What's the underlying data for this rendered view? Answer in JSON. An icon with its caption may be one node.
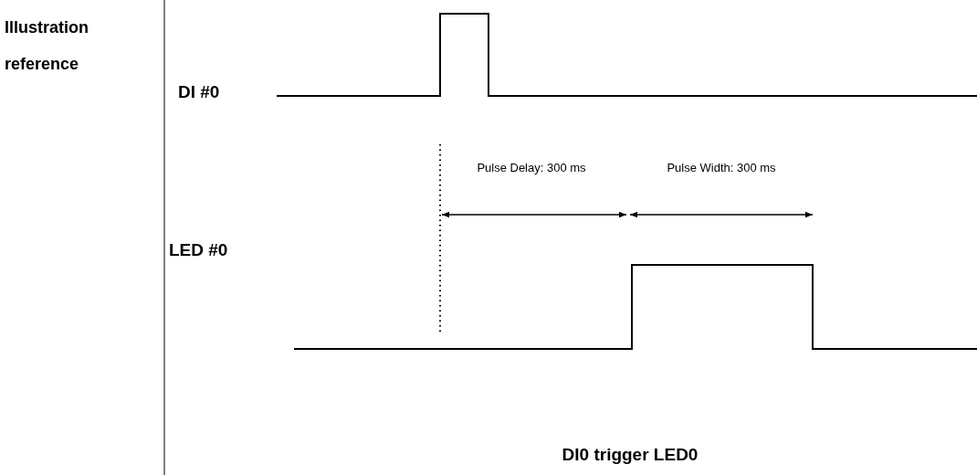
{
  "diagram": {
    "caption": "DI0 trigger LED0",
    "labels": [
      "Illustration reference",
      "DI #0",
      "Pulse Delay: 300 ms",
      "Pulse Width: 300 ms",
      "LED #0"
    ]
  }
}
